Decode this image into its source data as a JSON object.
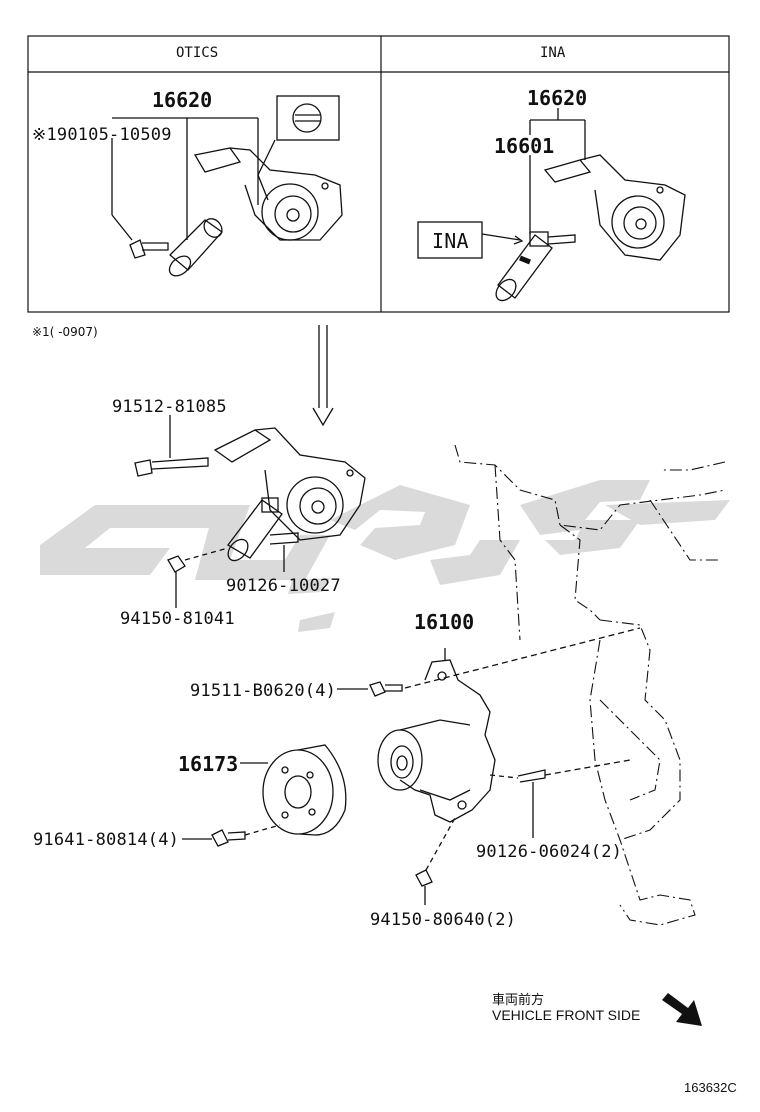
{
  "table": {
    "left_header": "OTICS",
    "right_header": "INA"
  },
  "otics": {
    "assembly_part": "16620",
    "bolt_part": "※190105-10509"
  },
  "ina": {
    "assembly_part": "16620",
    "sub_part": "16601",
    "label_box": "INA"
  },
  "footnote": "※1(    -0907)",
  "main": {
    "bolt_long": "91512-81085",
    "stud": "90126-10027",
    "nut": "94150-81041",
    "water_pump": "16100",
    "pump_bolt": "91511-B0620(4)",
    "pulley": "16173",
    "pulley_bolt": "91641-80814(4)",
    "pump_stud": "90126-06024(2)",
    "pump_nut": "94150-80640(2)"
  },
  "direction": {
    "jp": "車両前方",
    "en": "VEHICLE FRONT SIDE"
  },
  "figure_code": "163632C",
  "colors": {
    "line": "#111111",
    "watermark": "#d9d9d9"
  }
}
